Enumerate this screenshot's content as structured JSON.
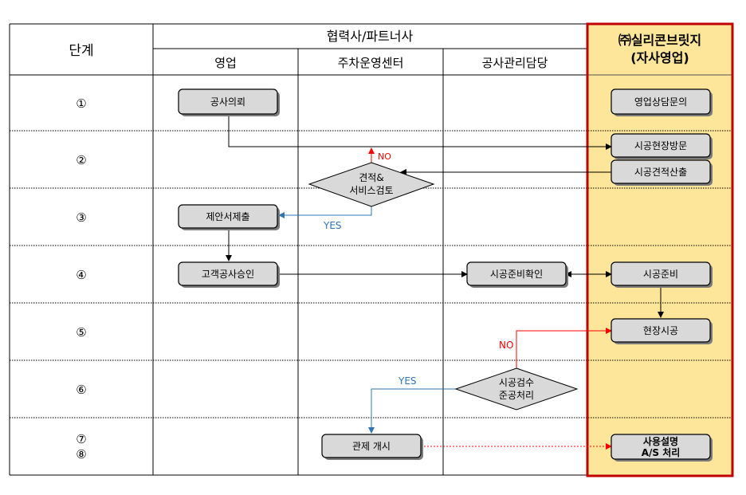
{
  "header": {
    "stage": "단계",
    "partner_group": "협력사/파트너사",
    "lane_sales": "영업",
    "lane_parking": "주차운영센터",
    "lane_construction": "공사관리담당",
    "company_line1": "㈜실리콘브릿지",
    "company_line2": "(자사영업)"
  },
  "stages": [
    "①",
    "②",
    "③",
    "④",
    "⑤",
    "⑥",
    "⑦",
    "⑧"
  ],
  "boxes": {
    "request": "공사의뢰",
    "sales_consult": "영업상담문의",
    "site_visit": "시공현장방문",
    "estimate_calc": "시공견적산출",
    "proposal": "제안서제출",
    "customer_approval": "고객공사승인",
    "prep_check": "시공준비확인",
    "prep": "시공준비",
    "site_construction": "현장시공",
    "control_start": "관제 개시",
    "usage_line1": "사용설명",
    "usage_line2": "A/S 처리"
  },
  "decisions": {
    "estimate_line1": "견적&",
    "estimate_line2": "서비스검토",
    "inspection_line1": "시공검수",
    "inspection_line2": "준공처리"
  },
  "flow_labels": {
    "no1": "NO",
    "yes1": "YES",
    "no2": "NO",
    "yes2": "YES"
  },
  "colors": {
    "highlight_fill": "#fde59a",
    "highlight_border": "#c00000",
    "box_fill": "#d9d9d9",
    "red_arrow": "#ff0000",
    "blue_arrow": "#2e75b6"
  }
}
